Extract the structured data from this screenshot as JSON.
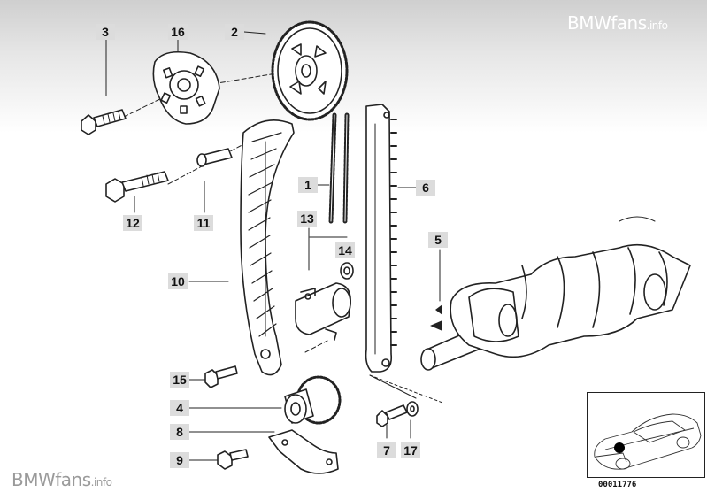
{
  "watermark": {
    "brand": "BMWfans",
    "suffix": ".info"
  },
  "callouts": [
    {
      "id": "c1",
      "label": "1"
    },
    {
      "id": "c2",
      "label": "2"
    },
    {
      "id": "c3",
      "label": "3"
    },
    {
      "id": "c4",
      "label": "4"
    },
    {
      "id": "c5",
      "label": "5"
    },
    {
      "id": "c6",
      "label": "6"
    },
    {
      "id": "c7",
      "label": "7"
    },
    {
      "id": "c8",
      "label": "8"
    },
    {
      "id": "c9",
      "label": "9"
    },
    {
      "id": "c10",
      "label": "10"
    },
    {
      "id": "c11",
      "label": "11"
    },
    {
      "id": "c12",
      "label": "12"
    },
    {
      "id": "c13",
      "label": "13"
    },
    {
      "id": "c14",
      "label": "14"
    },
    {
      "id": "c15",
      "label": "15"
    },
    {
      "id": "c16",
      "label": "16"
    },
    {
      "id": "c17",
      "label": "17"
    }
  ],
  "inset": {
    "document_number": "00011776"
  },
  "colors": {
    "line": "#222222",
    "callout_bg": "#dcdcdc",
    "header_gray": "#cfcfcf"
  }
}
